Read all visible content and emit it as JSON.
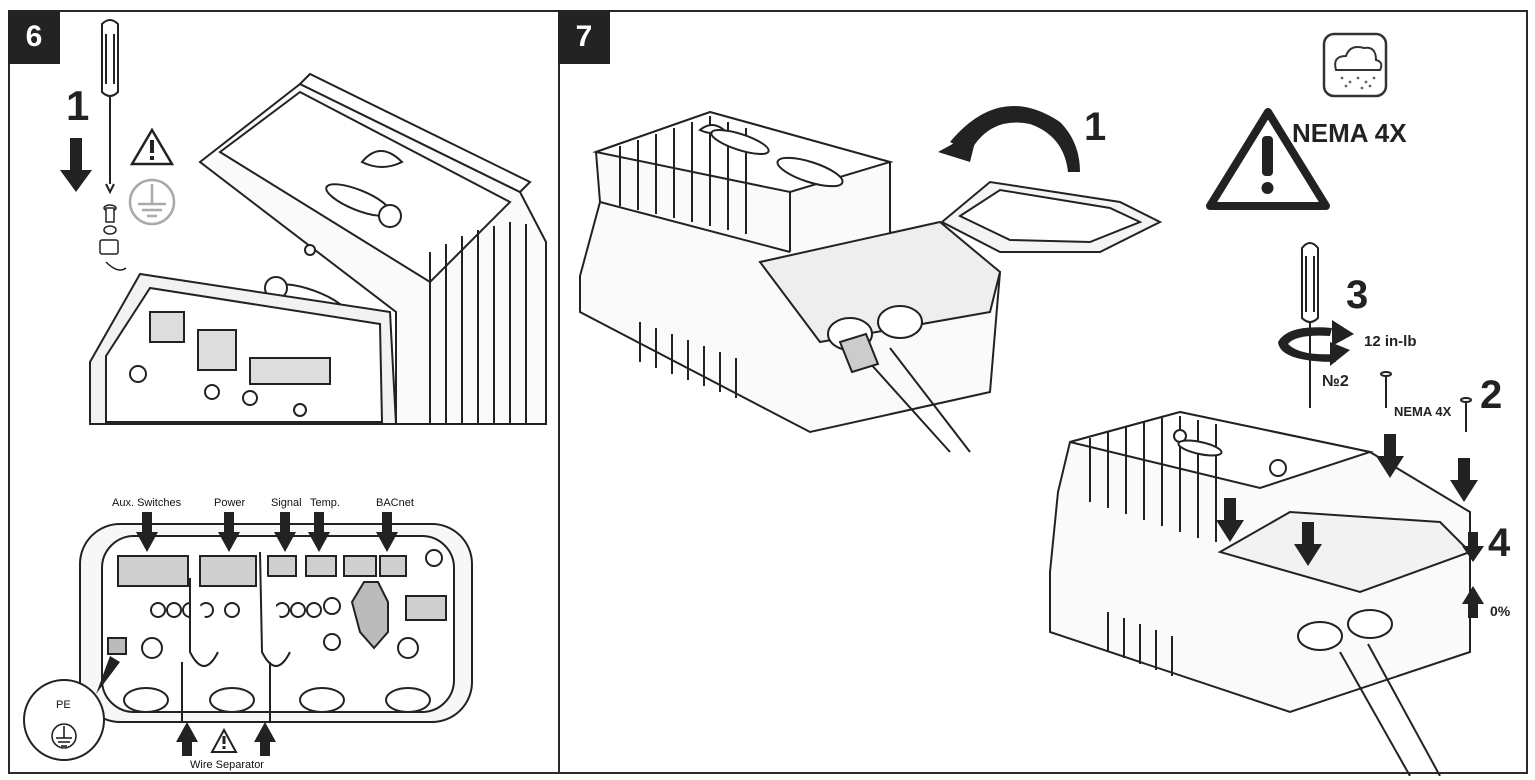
{
  "panel6": {
    "number": "6",
    "step1": "1",
    "terminal_labels": [
      "Aux. Switches",
      "Power",
      "Signal",
      "Temp.",
      "BACnet"
    ],
    "pe_label": "PE",
    "wire_separator": "Wire Separator"
  },
  "panel7": {
    "number": "7",
    "step1": "1",
    "nema_rating": "NEMA 4X",
    "step3": "3",
    "torque": "12 in-lb",
    "driver": "№2",
    "screw_label": "NEMA 4X",
    "step2": "2",
    "step4": "4",
    "gap": "0%"
  },
  "icons": [
    "screwdriver-icon",
    "warning-icon",
    "ground-icon",
    "rain-cloud-icon",
    "rotate-arrow-icon"
  ]
}
